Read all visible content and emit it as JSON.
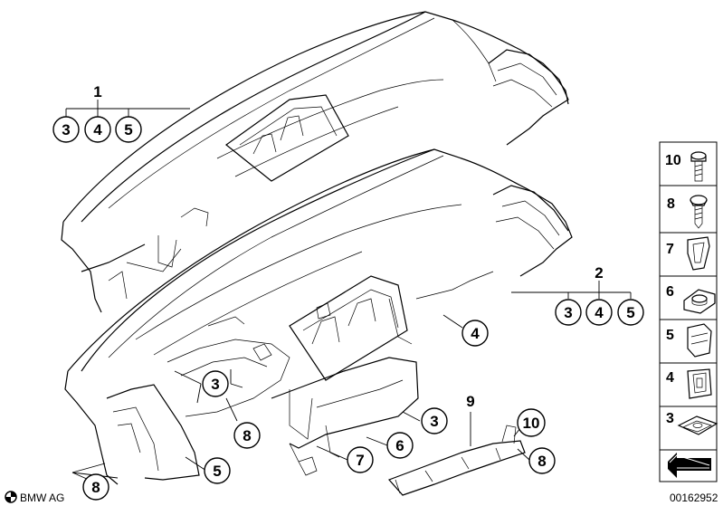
{
  "callouts": {
    "c1": "1",
    "c2": "2",
    "c3a": "3",
    "c4a": "4",
    "c5a": "5",
    "c3b": "3",
    "c4b": "4",
    "c5b": "5",
    "c4c": "4",
    "c3c": "3",
    "c3d": "3",
    "c8a": "8",
    "c8b": "8",
    "c8c": "8",
    "c5c": "5",
    "c6": "6",
    "c7": "7",
    "c9": "9",
    "c10": "10"
  },
  "legend": [
    {
      "num": "10",
      "icon": "bolt-icon"
    },
    {
      "num": "8",
      "icon": "screw-icon"
    },
    {
      "num": "7",
      "icon": "clip-icon"
    },
    {
      "num": "6",
      "icon": "cap-nut-icon"
    },
    {
      "num": "5",
      "icon": "clip-nut-icon"
    },
    {
      "num": "4",
      "icon": "clip-icon"
    },
    {
      "num": "3",
      "icon": "spring-nut-icon"
    }
  ],
  "footer": {
    "brand": "BMW AG",
    "diagram_id": "00162952"
  }
}
